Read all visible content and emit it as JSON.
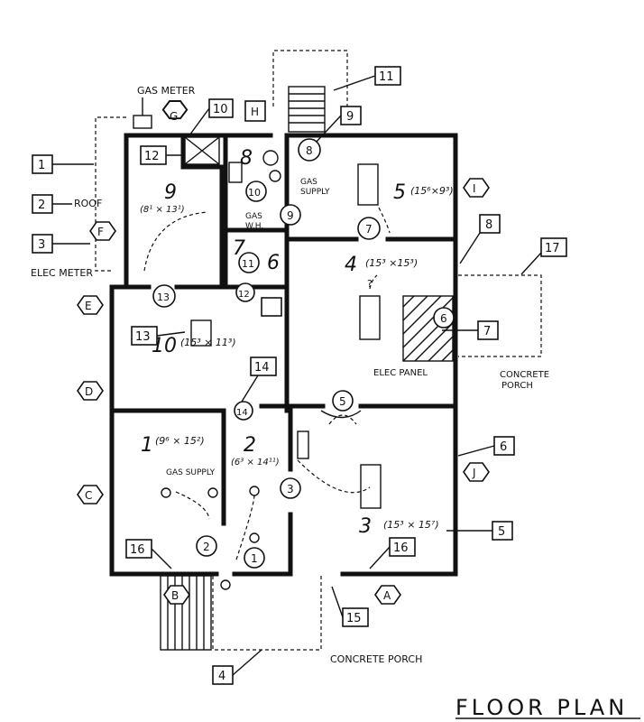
{
  "title": "FLOOR PLAN",
  "rooms": [
    {
      "num": "1",
      "dim": "(9⁶ × 15²)"
    },
    {
      "num": "2",
      "dim": "(6³ × 14¹¹)"
    },
    {
      "num": "3",
      "dim": "(15³ × 15⁷)"
    },
    {
      "num": "4",
      "dim": "(15³ ×15³)"
    },
    {
      "num": "5",
      "dim": "(15⁶×9³)"
    },
    {
      "num": "6",
      "dim": ""
    },
    {
      "num": "7",
      "dim": ""
    },
    {
      "num": "8",
      "dim": ""
    },
    {
      "num": "9",
      "dim": "(8¹ × 13¹)"
    },
    {
      "num": "10",
      "dim": "(15³ × 11³)"
    }
  ],
  "labels": {
    "gas_meter": "GAS METER",
    "roof": "ROOF",
    "elec_meter": "ELEC METER",
    "gas_supply_top": "GAS",
    "gas_supply_bottom": "SUPPLY",
    "gas_wh_1": "GAS",
    "gas_wh_2": "W.H.",
    "elec_panel": "ELEC PANEL",
    "concrete_porch_right_1": "CONCRETE",
    "concrete_porch_right_2": "PORCH",
    "gas_supply_room1": "GAS SUPPLY",
    "concrete_porch_bottom": "CONCRETE PORCH",
    "question": "?",
    "h_tag": "H"
  },
  "square_tags": [
    "1",
    "2",
    "3",
    "4",
    "5",
    "6",
    "7",
    "8",
    "10",
    "11",
    "12",
    "13",
    "14",
    "15",
    "16",
    "16",
    "17",
    "9"
  ],
  "hex_tags": [
    "G",
    "F",
    "E",
    "D",
    "C",
    "B",
    "A",
    "I",
    "J"
  ],
  "circle_tags": [
    "1",
    "2",
    "3",
    "5",
    "6",
    "7",
    "8",
    "9",
    "10",
    "11",
    "12",
    "13",
    "14"
  ]
}
